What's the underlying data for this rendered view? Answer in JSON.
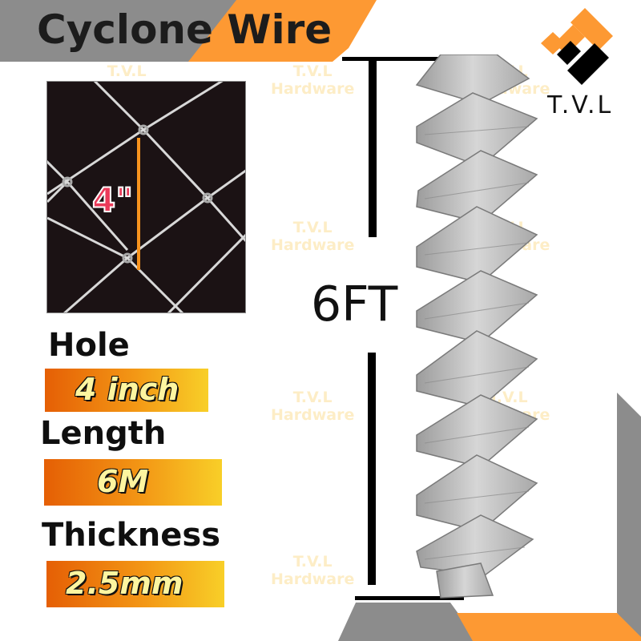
{
  "header": {
    "title": "Cyclone Wire"
  },
  "brand": {
    "logo_text": "T.V.L",
    "colors": {
      "orange": "#fd9933",
      "gray": "#8c8c8c",
      "black": "#000000"
    }
  },
  "watermark": {
    "line1": "T.V.L",
    "line2": "Hardware"
  },
  "photo": {
    "hole_marker": "4\""
  },
  "specs": [
    {
      "label": "Hole",
      "value": "4 inch"
    },
    {
      "label": "Length",
      "value": "6M"
    },
    {
      "label": "Thickness",
      "value": "2.5mm"
    }
  ],
  "dimension": {
    "height_label": "6FT"
  }
}
